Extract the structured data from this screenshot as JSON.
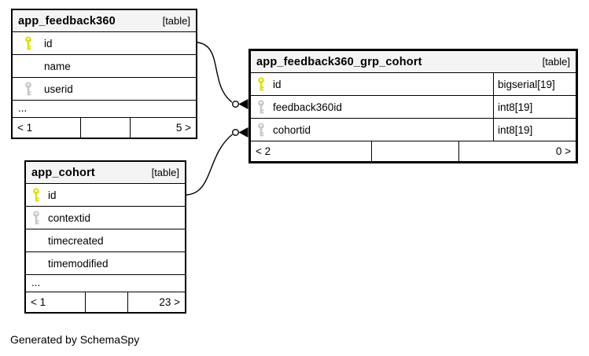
{
  "diagram": {
    "credit": "Generated by SchemaSpy"
  },
  "colors": {
    "primary_key_icon": "#e0e000",
    "foreign_key_icon": "#c8c8c8",
    "header_bg": "#f4f4f4",
    "border": "#000000"
  },
  "tables": [
    {
      "name": "app_feedback360",
      "badge": "[table]",
      "columns": [
        {
          "name": "id",
          "key": "primary"
        },
        {
          "name": "name",
          "key": "none"
        },
        {
          "name": "userid",
          "key": "foreign"
        }
      ],
      "ellipsis": "...",
      "footer": {
        "children": "< 1",
        "parents": "5 >"
      }
    },
    {
      "name": "app_feedback360_grp_cohort",
      "badge": "[table]",
      "columns": [
        {
          "name": "id",
          "key": "primary",
          "type": "bigserial[19]"
        },
        {
          "name": "feedback360id",
          "key": "foreign",
          "type": "int8[19]"
        },
        {
          "name": "cohortid",
          "key": "foreign",
          "type": "int8[19]"
        }
      ],
      "footer": {
        "children": "< 2",
        "parents": "0 >"
      }
    },
    {
      "name": "app_cohort",
      "badge": "[table]",
      "columns": [
        {
          "name": "id",
          "key": "primary"
        },
        {
          "name": "contextid",
          "key": "foreign"
        },
        {
          "name": "timecreated",
          "key": "none"
        },
        {
          "name": "timemodified",
          "key": "none"
        }
      ],
      "ellipsis": "...",
      "footer": {
        "children": "< 1",
        "parents": "23 >"
      }
    }
  ],
  "relationships": [
    {
      "from": "app_feedback360.id",
      "to": "app_feedback360_grp_cohort.feedback360id"
    },
    {
      "from": "app_cohort.id",
      "to": "app_feedback360_grp_cohort.cohortid"
    }
  ]
}
